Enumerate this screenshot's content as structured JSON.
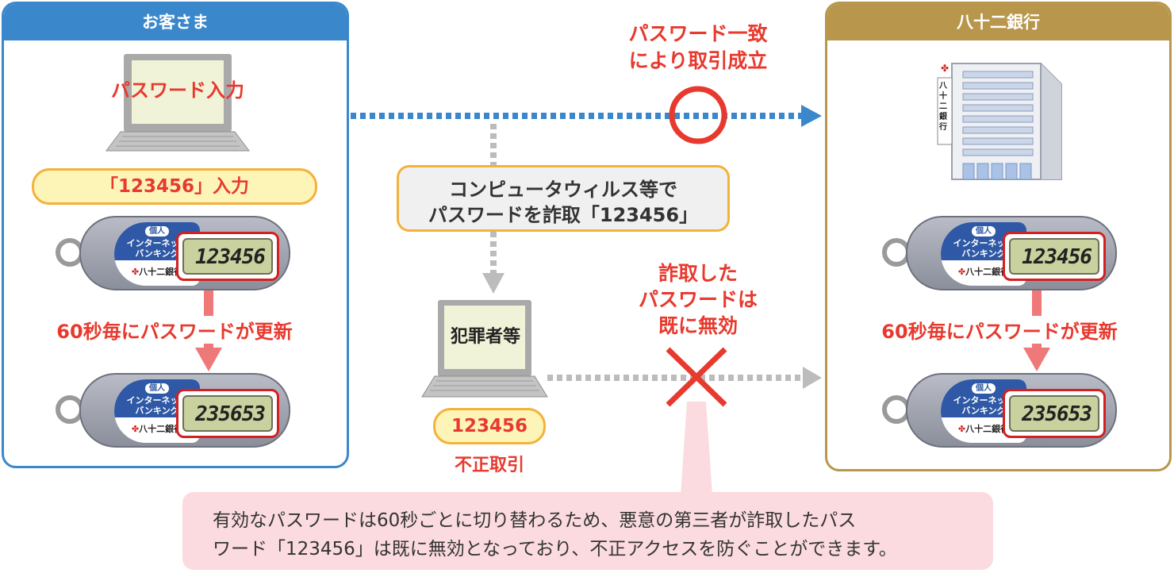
{
  "customer_panel": {
    "title": "お客さま",
    "laptop_label": "パスワード入力",
    "input_pill": "「123456」入力",
    "token_before": "123456",
    "update_label": "60秒毎にパスワードが更新",
    "token_after": "235653"
  },
  "bank_panel": {
    "title": "八十二銀行",
    "building_sign": "八十二銀行",
    "token_before": "123456",
    "update_label": "60秒毎にパスワードが更新",
    "token_after": "235653"
  },
  "token_badge": {
    "kojin": "個人",
    "line1": "インターネット",
    "line2": "バンキング",
    "brand_mark": "✤",
    "brand": "八十二銀行"
  },
  "success": {
    "line1": "パスワード一致",
    "line2": "により取引成立"
  },
  "theft_box": {
    "line1": "コンピュータウィルス等で",
    "line2": "パスワードを詐取「123456」"
  },
  "criminal": {
    "laptop_label": "犯罪者等",
    "stolen_pill": "123456",
    "fraud_label": "不正取引"
  },
  "invalid": {
    "line1": "詐取した",
    "line2": "パスワードは",
    "line3": "既に無効"
  },
  "note": {
    "line1": "有効なパスワードは60秒ごとに切り替わるため、悪意の第三者が詐取したパス",
    "line2": "ワード「123456」は既に無効となっており、不正アクセスを防ぐことができます。"
  },
  "colors": {
    "customer_blue": "#3a87cc",
    "bank_gold": "#b8974c",
    "alert_red": "#e8392e",
    "flow_grey": "#bcbcbc",
    "pill_yellow": "#fdf4b8",
    "note_pink": "#fbdbdf"
  }
}
